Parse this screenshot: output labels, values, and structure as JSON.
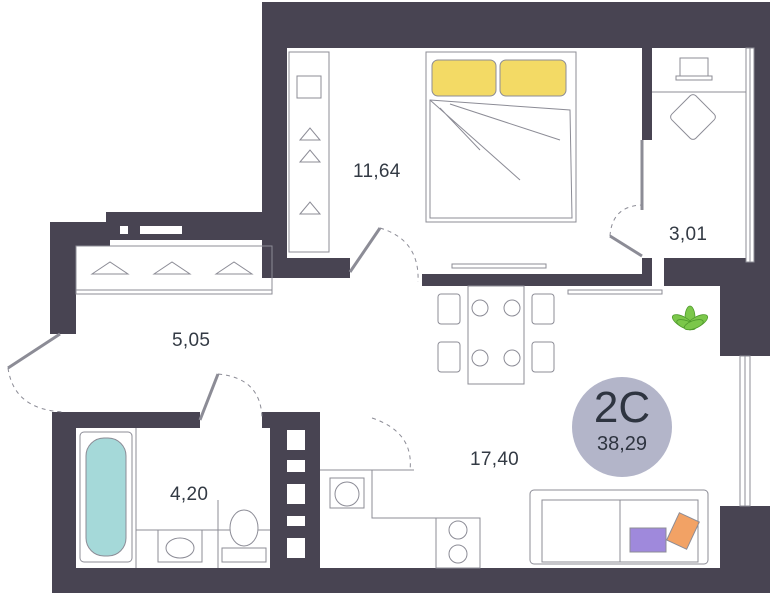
{
  "rooms": [
    {
      "id": "bedroom",
      "area": "11,64"
    },
    {
      "id": "wardrobe",
      "area": "3,01"
    },
    {
      "id": "hallway",
      "area": "5,05"
    },
    {
      "id": "living-kitchen",
      "area": "17,40"
    },
    {
      "id": "bathroom",
      "area": "4,20"
    }
  ],
  "apartment": {
    "type": "2С",
    "total_area": "38,29"
  },
  "colors": {
    "wall": "#484452",
    "line": "#8c8c96",
    "badge": "#b3b5c9",
    "pillow": "#f1d34a",
    "bath_water": "#8fd0cf",
    "plant": "#7bc74a",
    "cushion_purple": "#8e74d6",
    "cushion_orange": "#f0924a"
  }
}
